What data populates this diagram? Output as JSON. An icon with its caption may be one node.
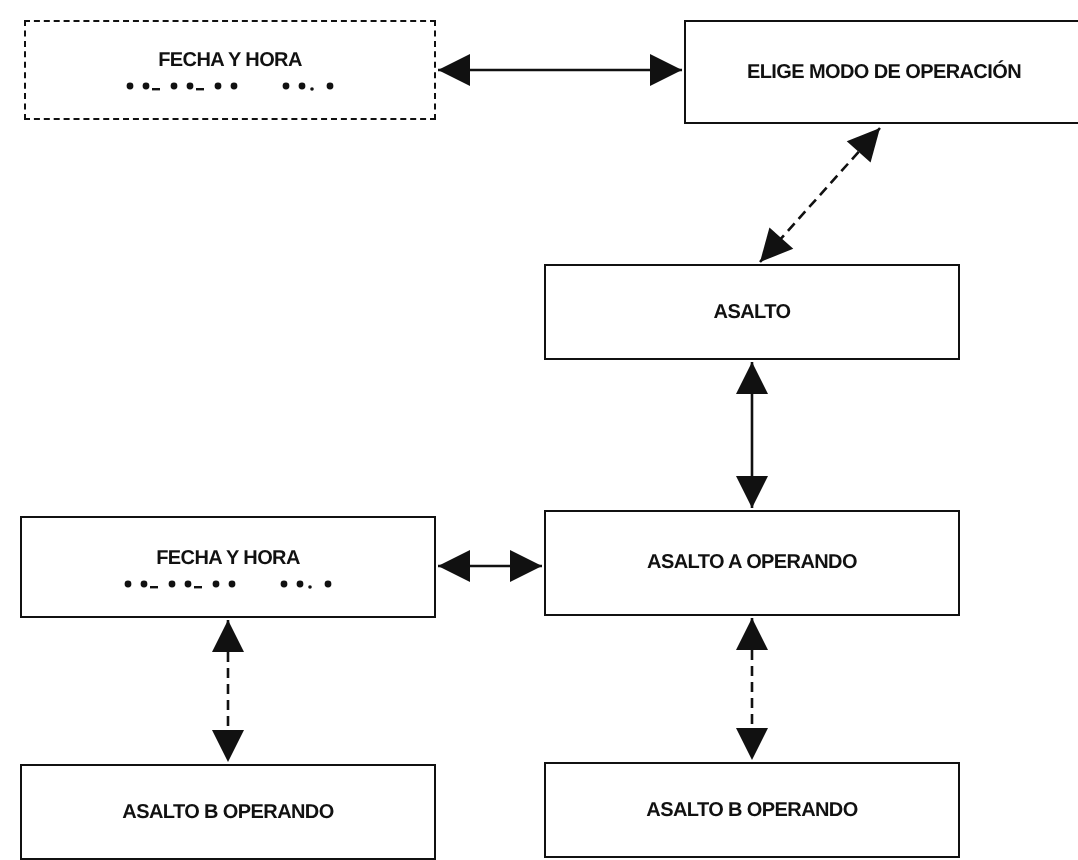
{
  "diagram": {
    "nodes": [
      {
        "text": [
          "FECHA Y HORA"
        ]
      },
      {
        "text": [
          "ELIGE MODO DE OPERACIÓN"
        ]
      },
      {
        "text": [
          "ASALTO"
        ]
      },
      {
        "text": [
          "ASALTO A OPERANDO"
        ]
      },
      {
        "text": [
          "FECHA Y HORA"
        ]
      },
      {
        "text": [
          "ASALTO B OPERANDO"
        ]
      },
      {
        "text": [
          "ASALTO B OPERANDO"
        ]
      }
    ],
    "edges": [
      {
        "from": 0,
        "to": 1,
        "arrow": "both"
      },
      {
        "from": 1,
        "to": 2,
        "arrow": "both",
        "style": "dashed"
      },
      {
        "from": 2,
        "to": 3,
        "arrow": "both"
      },
      {
        "from": 4,
        "to": 3,
        "arrow": "both"
      },
      {
        "from": 4,
        "to": 5,
        "arrow": "both",
        "style": "dashed"
      },
      {
        "from": 3,
        "to": 6,
        "arrow": "both",
        "style": "dashed"
      }
    ]
  }
}
